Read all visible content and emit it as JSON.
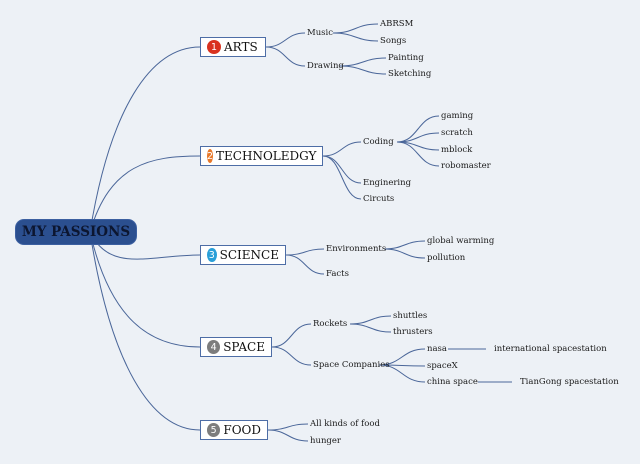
{
  "root": "MY PASSIONS",
  "branch_colors": {
    "line": "#4a6699",
    "root_fill": "#2b4f8f"
  },
  "topics": [
    {
      "number": "1",
      "label": "ARTS",
      "badge_color": "#d9321f",
      "children": [
        {
          "label": "Music",
          "children": [
            {
              "label": "ABRSM"
            },
            {
              "label": "Songs"
            }
          ]
        },
        {
          "label": "Drawing",
          "children": [
            {
              "label": "Painting"
            },
            {
              "label": "Sketching"
            }
          ]
        }
      ]
    },
    {
      "number": "2",
      "label": "TECHNOLEDGY",
      "badge_color": "#e8782a",
      "children": [
        {
          "label": "Coding",
          "children": [
            {
              "label": "gaming"
            },
            {
              "label": "scratch"
            },
            {
              "label": "mblock"
            },
            {
              "label": "robomaster"
            }
          ]
        },
        {
          "label": "Enginering",
          "children": []
        },
        {
          "label": "Circuts",
          "children": []
        }
      ]
    },
    {
      "number": "3",
      "label": "SCIENCE",
      "badge_color": "#2a9fd8",
      "children": [
        {
          "label": "Environments",
          "children": [
            {
              "label": "global warming"
            },
            {
              "label": "pollution"
            }
          ]
        },
        {
          "label": "Facts",
          "children": []
        }
      ]
    },
    {
      "number": "4",
      "label": "SPACE",
      "badge_color": "#7d7d7d",
      "children": [
        {
          "label": "Rockets",
          "children": [
            {
              "label": "shuttles"
            },
            {
              "label": "thrusters"
            }
          ]
        },
        {
          "label": "Space Companies",
          "children": [
            {
              "label": "nasa",
              "children": [
                {
                  "label": "international spacestation"
                }
              ]
            },
            {
              "label": "spaceX",
              "children": []
            },
            {
              "label": "china space",
              "children": [
                {
                  "label": "TianGong spacestation"
                }
              ]
            }
          ]
        }
      ]
    },
    {
      "number": "5",
      "label": "FOOD",
      "badge_color": "#7d7d7d",
      "children": [
        {
          "label": "All kinds of food",
          "children": []
        },
        {
          "label": "hunger",
          "children": []
        }
      ]
    }
  ]
}
